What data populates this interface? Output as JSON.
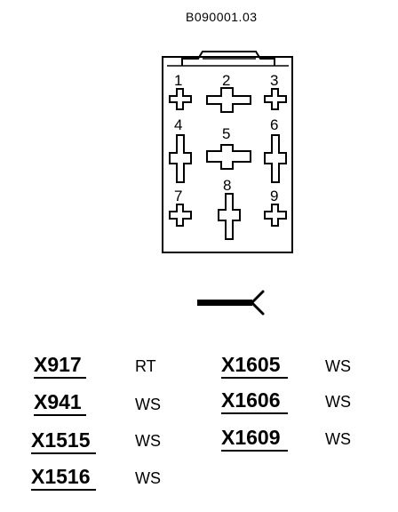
{
  "figure": {
    "reference": "B090001.03"
  },
  "connector": {
    "pins": [
      {
        "number": "1",
        "shape": "small-cross"
      },
      {
        "number": "2",
        "shape": "wide-cross"
      },
      {
        "number": "3",
        "shape": "small-cross"
      },
      {
        "number": "4",
        "shape": "tall-cross"
      },
      {
        "number": "5",
        "shape": "wide-cross"
      },
      {
        "number": "6",
        "shape": "tall-cross"
      },
      {
        "number": "7",
        "shape": "small-cross"
      },
      {
        "number": "8",
        "shape": "tall-cross"
      },
      {
        "number": "9",
        "shape": "small-cross"
      }
    ],
    "connector_icon": "connector-plug-icon"
  },
  "connectors_list": [
    {
      "id": "X917",
      "color": "RT"
    },
    {
      "id": "X941",
      "color": "WS"
    },
    {
      "id": "X1515",
      "color": "WS"
    },
    {
      "id": "X1516",
      "color": "WS"
    },
    {
      "id": "X1605",
      "color": "WS"
    },
    {
      "id": "X1606",
      "color": "WS"
    },
    {
      "id": "X1609",
      "color": "WS"
    }
  ]
}
